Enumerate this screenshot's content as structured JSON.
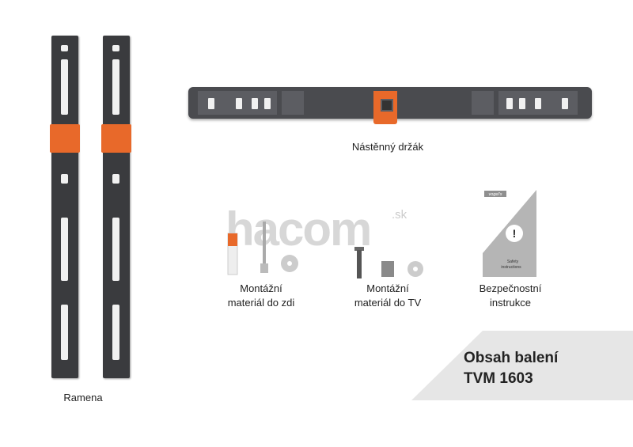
{
  "items": {
    "arms_label": "Ramena",
    "wall_bracket_label": "Nástěnný držák",
    "wall_material": {
      "line1": "Montážní",
      "line2": "materiál do zdi"
    },
    "tv_material": {
      "line1": "Montážní",
      "line2": "materiál do TV"
    },
    "safety": {
      "line1": "Bezpečnostní",
      "line2": "instrukce"
    }
  },
  "booklet": {
    "brand": "vogel's",
    "text1": "Safety",
    "text2": "instructions",
    "mark": "!"
  },
  "watermark": {
    "text": "hacom",
    "suffix": ".sk"
  },
  "package": {
    "line1": "Obsah balení",
    "line2": "TVM 1603"
  },
  "colors": {
    "accent": "#e8692a",
    "metal": "#3a3b3e",
    "panel": "#e6e6e6"
  }
}
